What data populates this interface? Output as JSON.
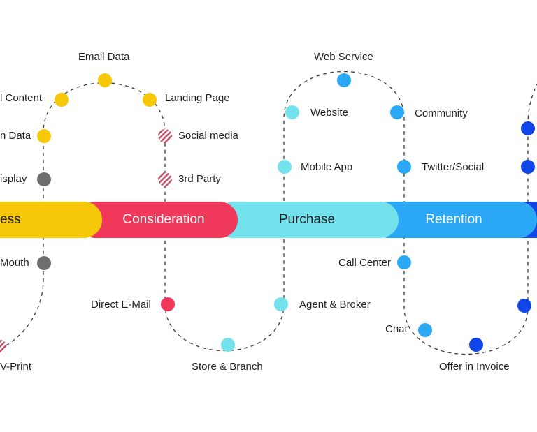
{
  "colors": {
    "awareness": "#f7c80a",
    "consideration": "#f0395a",
    "purchase": "#74e2ec",
    "retention": "#2aa8f5",
    "advocacy": "#1045e8",
    "neutral": "#6e6e6e",
    "path": "#3b3b3b"
  },
  "stages": {
    "awareness": "ess",
    "consideration": "Consideration",
    "purchase": "Purchase",
    "retention": "Retention"
  },
  "labels": {
    "email_data": "Email Data",
    "content": "l Content",
    "landing_page": "Landing Page",
    "n_data": "n Data",
    "social_media": "Social media",
    "display": "isplay",
    "third_party": "3rd Party",
    "mouth": "Mouth",
    "direct_email": "Direct E-Mail",
    "v_print": "V-Print",
    "store_branch": "Store & Branch",
    "web_service": "Web Service",
    "website": "Website",
    "community": "Community",
    "mobile_app": "Mobile App",
    "twitter_social": "Twitter/Social",
    "call_center": "Call Center",
    "agent_broker": "Agent & Broker",
    "chat": "Chat",
    "offer_invoice": "Offer in Invoice"
  }
}
